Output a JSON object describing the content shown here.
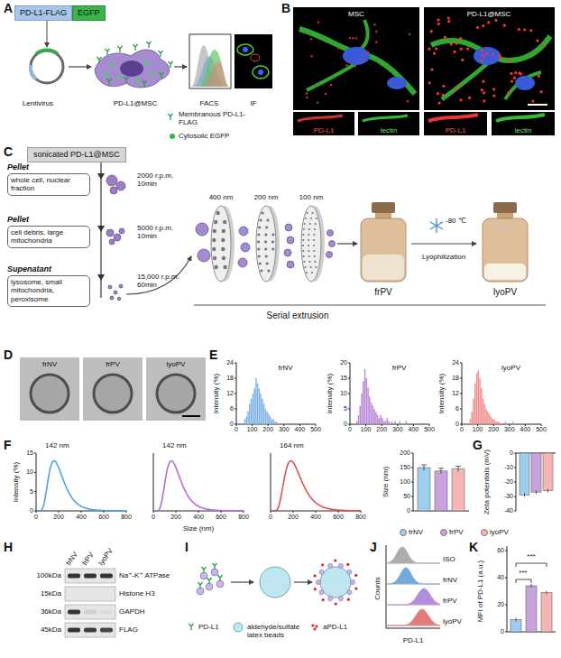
{
  "diagram": {
    "nodes": [
      {
        "text": [
          "PD-L1-FLAG"
        ]
      },
      {
        "text": [
          "EGFP"
        ]
      },
      {
        "text": [
          "sonicated PD-L1@MSC"
        ]
      },
      {
        "text": [
          "Pellet",
          "whole cell, nuclear fraction"
        ]
      },
      {
        "text": [
          "Pellet",
          "cell debris, large mitochondria"
        ]
      },
      {
        "text": [
          "Supenatant",
          "lysosome, small mitochondria, peroxisome"
        ]
      }
    ],
    "labels": [
      "A",
      "Lentivirus",
      "PD-L1@MSC",
      "FACS",
      "IF",
      "B",
      "MSC",
      "PD-L1@MSC",
      "PD-L1",
      "lectin",
      "PD-L1",
      "lectin",
      "C",
      "2000 r.p.m. 10min",
      "5000 r.p.m. 10min",
      "15,000 r.p.m. 60min",
      "400 nm",
      "200 nm",
      "100 nm",
      "Serial extrusion",
      "frPV",
      "lyoPV",
      "-80 ℃",
      "Lyophilization",
      "D",
      "frNV",
      "frPV",
      "lyoPV",
      "E",
      "frNV",
      "Intensity (%)",
      "24",
      "18",
      "12",
      "6",
      "0",
      "0",
      "100",
      "200",
      "300",
      "400",
      "500",
      "frPV",
      "Intensity (%)",
      "20",
      "15",
      "10",
      "5",
      "0",
      "0",
      "100",
      "200",
      "300",
      "400",
      "500",
      "lyoPV",
      "Intensity (%)",
      "24",
      "18",
      "12",
      "6",
      "0",
      "0",
      "100",
      "200",
      "300",
      "400",
      "500",
      "F",
      "142 nm",
      "Intensity (%)",
      "15",
      "10",
      "5",
      "0",
      "0",
      "200",
      "400",
      "600",
      "800",
      "142 nm",
      "0",
      "200",
      "400",
      "600",
      "800",
      "164 nm",
      "0",
      "200",
      "400",
      "600",
      "800",
      "Size (nm)",
      "Size (nm)",
      "200",
      "150",
      "100",
      "50",
      "0",
      "G",
      "Zeta potentials (mV)",
      "0",
      "-10",
      "-20",
      "-30",
      "-40",
      "H",
      "frNV",
      "frPV",
      "lyoPV",
      "100kDa",
      "Na⁺-K⁺ ATPase",
      "15kDa",
      "Histone H3",
      "36kDa",
      "GAPDH",
      "45kDa",
      "FLAG",
      "I",
      "J",
      "ISO",
      "frNV",
      "frPV",
      "lyoPV",
      "Counts",
      "PD-L1",
      "K",
      "MFI of PD-L1 (a.u.)",
      "60",
      "40",
      "20",
      "0",
      "***",
      "***"
    ],
    "legend": [
      {
        "text": "Membranous PD-L1-FLAG"
      },
      {
        "text": "Cytosolic EGFP"
      },
      {
        "text": "frNV",
        "color": "#9fcdee"
      },
      {
        "text": "frPV",
        "color": "#c8a2dc"
      },
      {
        "text": "lyoPV",
        "color": "#f5b5b5"
      },
      {
        "text": "PD-L1"
      },
      {
        "text": "aldehyde/sulfate latex beads"
      },
      {
        "text": "aPD-L1"
      }
    ]
  }
}
